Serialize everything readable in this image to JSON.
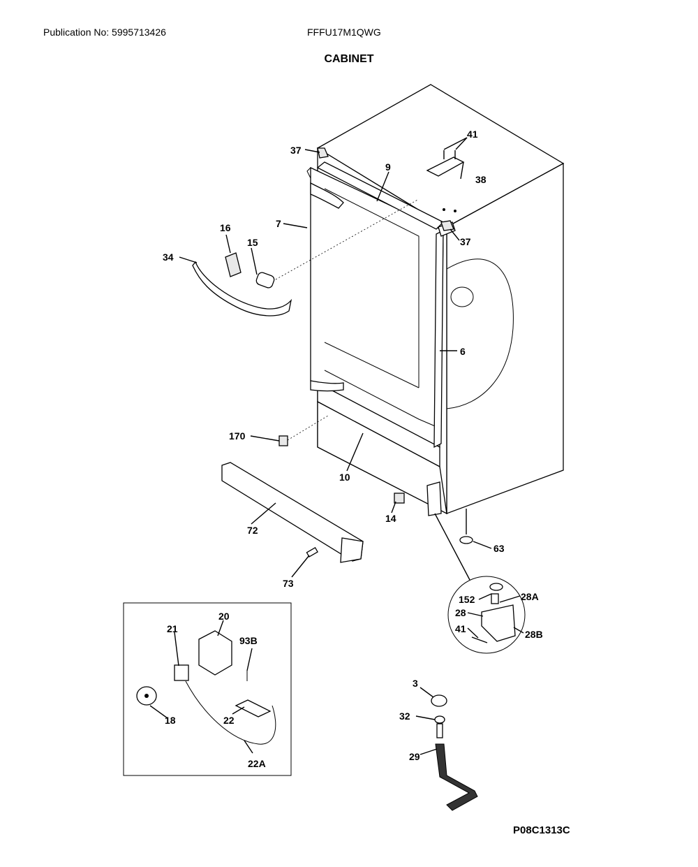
{
  "header": {
    "publication": "Publication No: 5995713426",
    "model": "FFFU17M1QWG",
    "title": "CABINET"
  },
  "footer": {
    "drawing_number": "P08C1313C"
  },
  "callouts": {
    "c37a": "37",
    "c9": "9",
    "c41": "41",
    "c38": "38",
    "c7": "7",
    "c16": "16",
    "c15": "15",
    "c34": "34",
    "c37b": "37",
    "c6": "6",
    "c170": "170",
    "c10": "10",
    "c72": "72",
    "c14": "14",
    "c63": "63",
    "c73": "73",
    "c152": "152",
    "c28A": "28A",
    "c28": "28",
    "c41b": "41",
    "c28B": "28B",
    "c20": "20",
    "c21": "21",
    "c93B": "93B",
    "c18": "18",
    "c22": "22",
    "c22A": "22A",
    "c3": "3",
    "c32": "32",
    "c29": "29"
  }
}
